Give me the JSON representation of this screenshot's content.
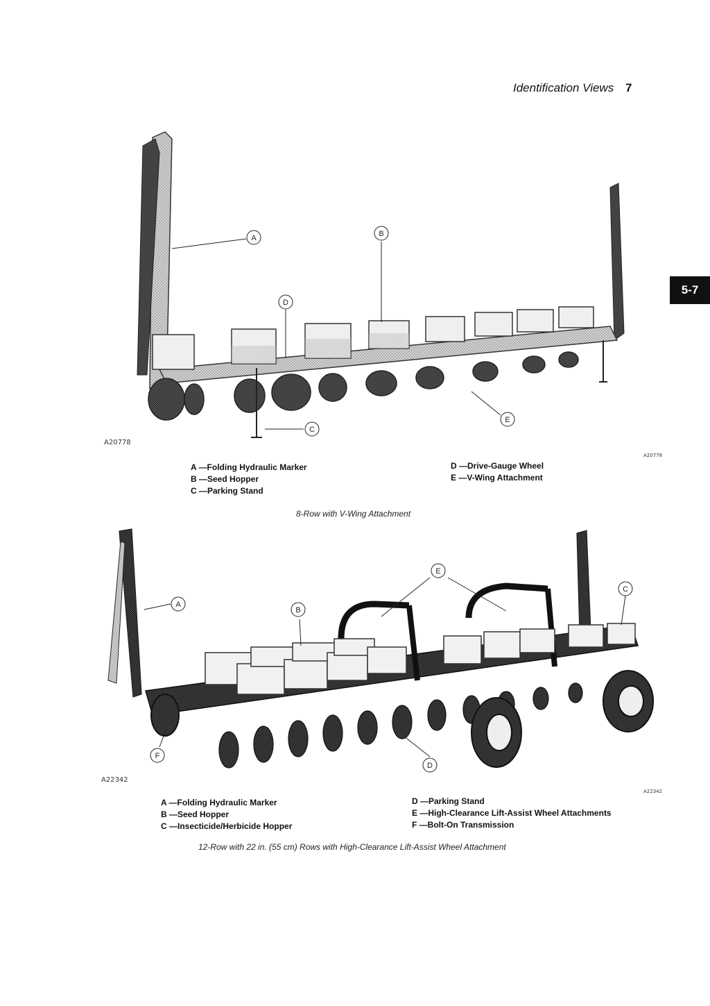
{
  "header": {
    "title": "Identification Views",
    "page_number": "7"
  },
  "section_tab": "5-7",
  "figure1": {
    "code_left": "A20778",
    "code_right": "A20778",
    "callouts": {
      "a": "A",
      "b": "B",
      "c": "C",
      "d": "D",
      "e": "E"
    },
    "legend_left": [
      "A —Folding Hydraulic Marker",
      "B —Seed Hopper",
      "C —Parking Stand"
    ],
    "legend_right": [
      "D —Drive-Gauge Wheel",
      "E —V-Wing Attachment"
    ],
    "caption": "8-Row with V-Wing Attachment"
  },
  "figure2": {
    "code_left": "A22342",
    "code_right": "A22342",
    "callouts": {
      "a": "A",
      "b": "B",
      "c": "C",
      "d": "D",
      "e": "E",
      "f": "F"
    },
    "legend_left": [
      "A —Folding Hydraulic Marker",
      "B —Seed Hopper",
      "C —Insecticide/Herbicide Hopper"
    ],
    "legend_right": [
      "D —Parking Stand",
      "E —High-Clearance Lift-Assist Wheel Attachments",
      "F —Bolt-On Transmission"
    ],
    "caption": "12-Row with 22 in. (55 cm) Rows with High-Clearance Lift-Assist Wheel Attachment"
  }
}
